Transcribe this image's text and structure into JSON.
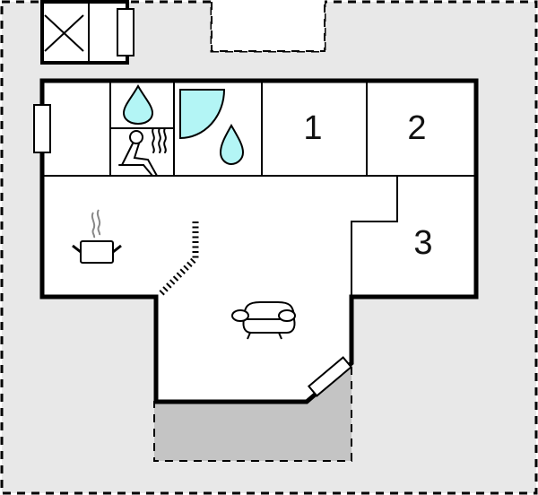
{
  "diagram": {
    "type": "floor-plan",
    "colors": {
      "outdoor_area": "#e8e8e8",
      "terrace": "#c4c4c4",
      "interior": "#ffffff",
      "wall": "#000000",
      "water_fixture": "#b3f5f5"
    },
    "rooms": [
      {
        "id": "bedroom-1",
        "label": "1"
      },
      {
        "id": "bedroom-2",
        "label": "2"
      },
      {
        "id": "bedroom-3",
        "label": "3"
      }
    ],
    "symbols": [
      {
        "name": "annex-storage-cross",
        "room": "annex"
      },
      {
        "name": "window",
        "room": "annex"
      },
      {
        "name": "window",
        "room": "entrance"
      },
      {
        "name": "water-drop",
        "room": "toilet"
      },
      {
        "name": "sauna-person",
        "room": "sauna"
      },
      {
        "name": "shower-quarter-circle",
        "room": "bathroom"
      },
      {
        "name": "water-drop",
        "room": "bathroom"
      },
      {
        "name": "cooking-pot",
        "room": "kitchen"
      },
      {
        "name": "fireplace-dashed-arc",
        "room": "living"
      },
      {
        "name": "sofa",
        "room": "living"
      },
      {
        "name": "terrace-door",
        "room": "living"
      }
    ]
  }
}
